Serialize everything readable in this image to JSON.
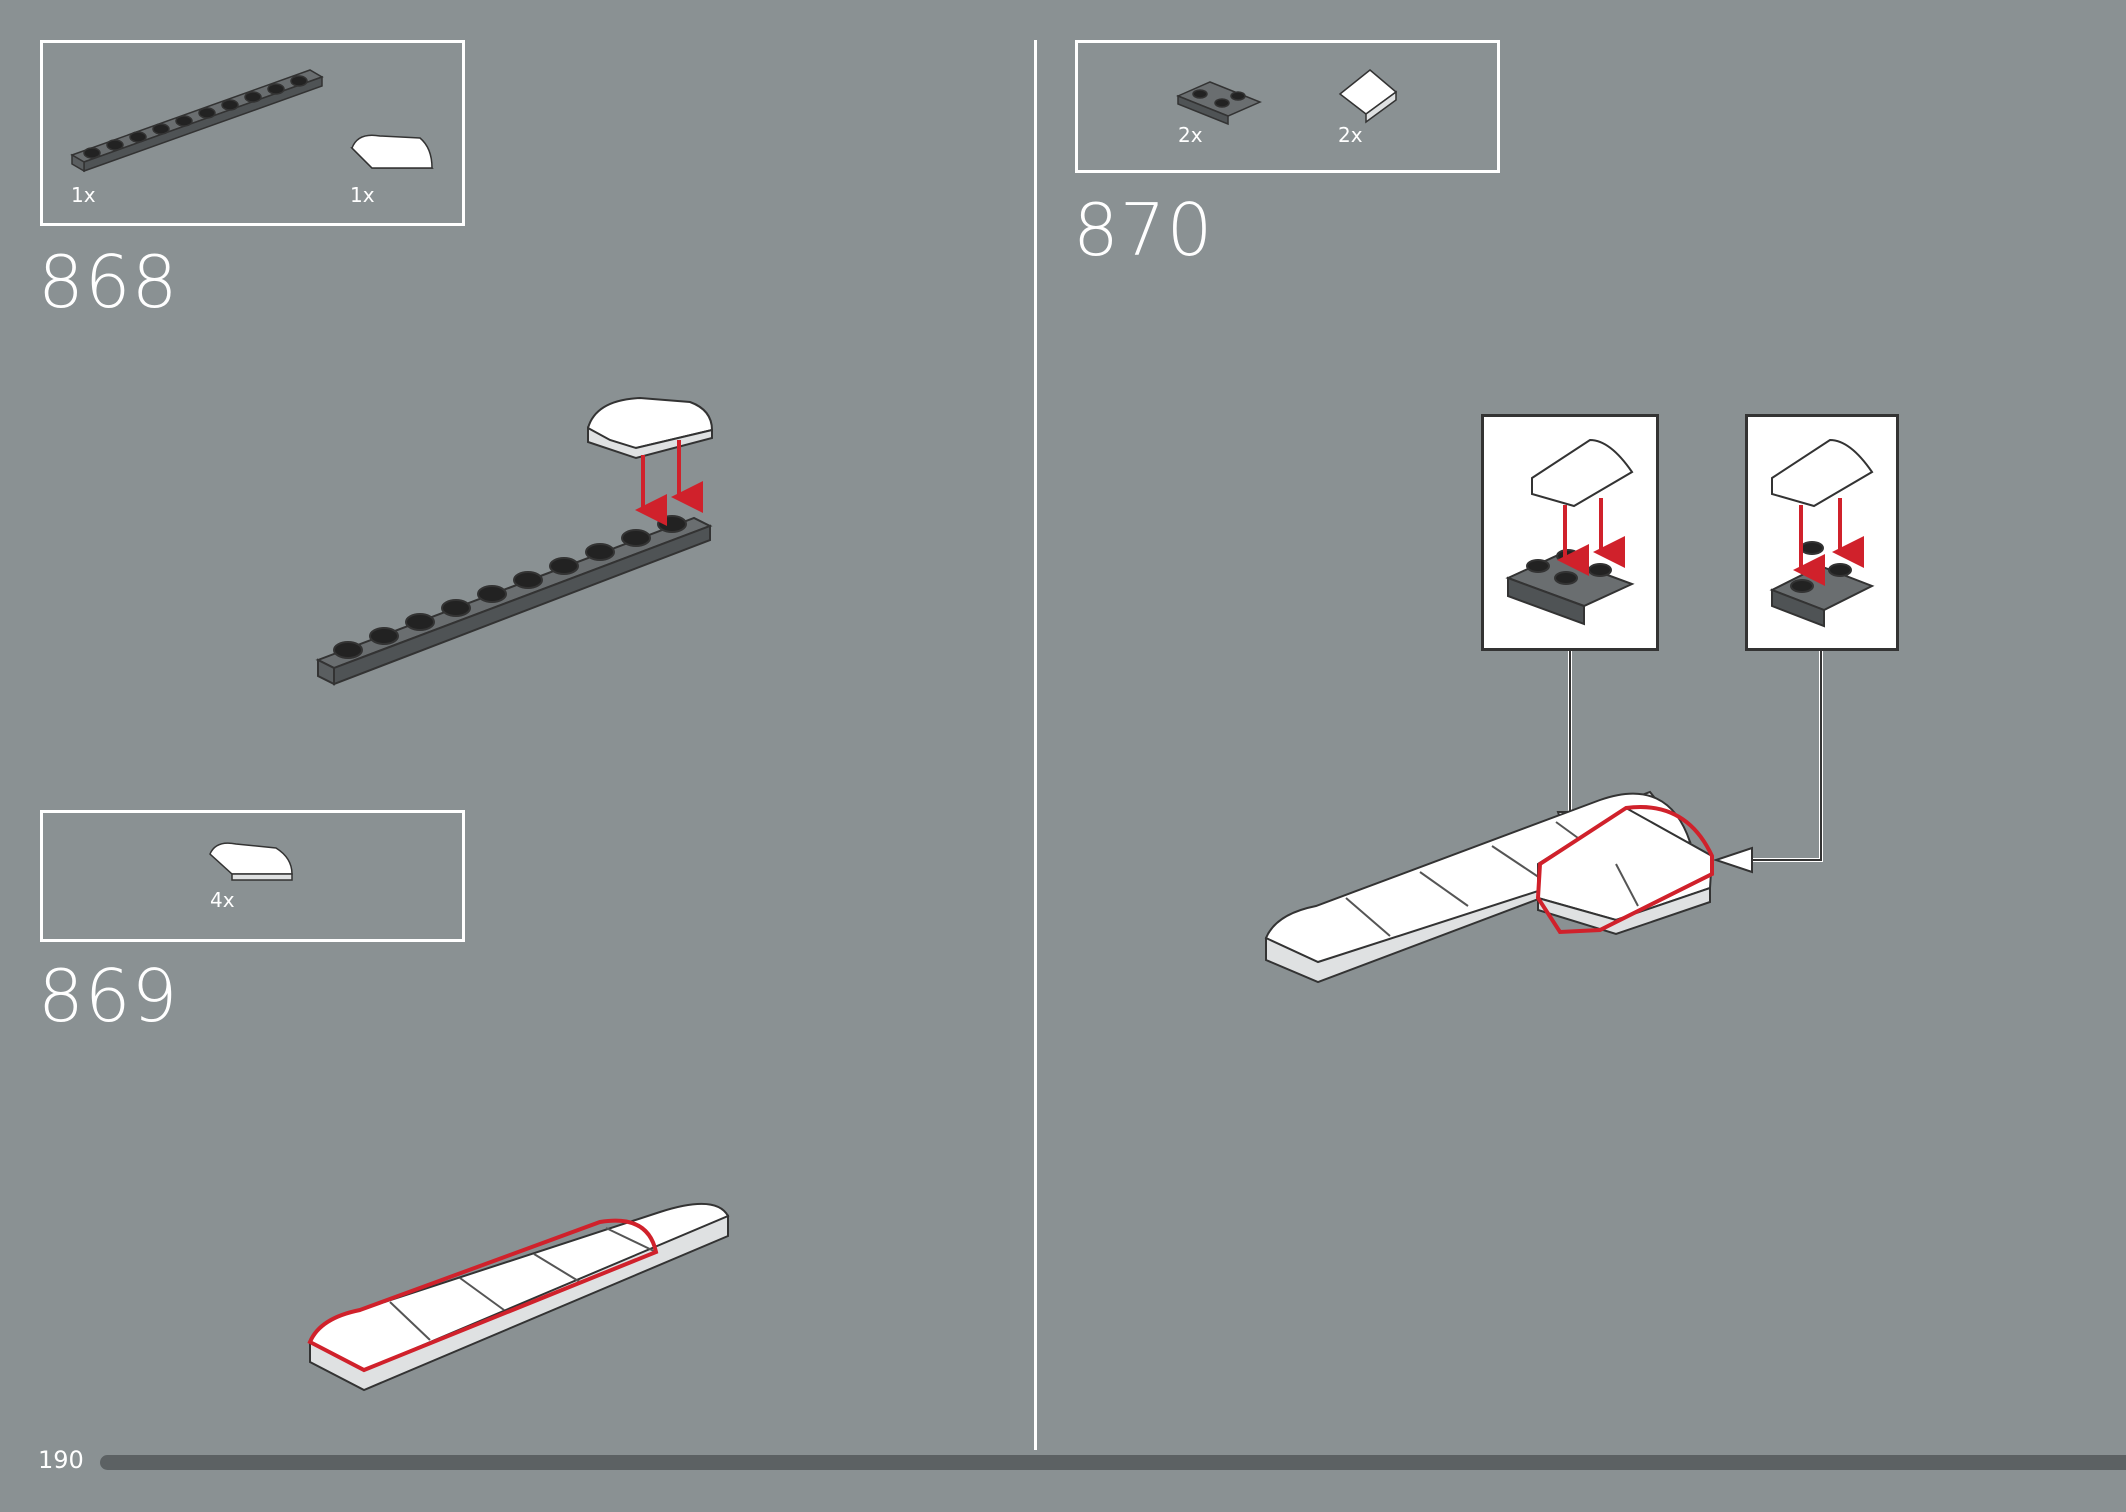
{
  "page": {
    "number": "190",
    "progress": 0.08
  },
  "steps": [
    {
      "number": "868",
      "parts": [
        {
          "qty": "1x",
          "icon": "plate-1x10-icon"
        },
        {
          "qty": "1x",
          "icon": "curved-slope-icon"
        }
      ]
    },
    {
      "number": "869",
      "parts": [
        {
          "qty": "4x",
          "icon": "curved-slope-icon"
        }
      ]
    },
    {
      "number": "870",
      "parts": [
        {
          "qty": "2x",
          "icon": "corner-plate-icon"
        },
        {
          "qty": "2x",
          "icon": "slope-icon"
        }
      ]
    }
  ],
  "colors": {
    "background": "#8a9193",
    "highlight": "#d0212b",
    "white": "#ffffff",
    "brick_dark": "#6a6e70"
  }
}
